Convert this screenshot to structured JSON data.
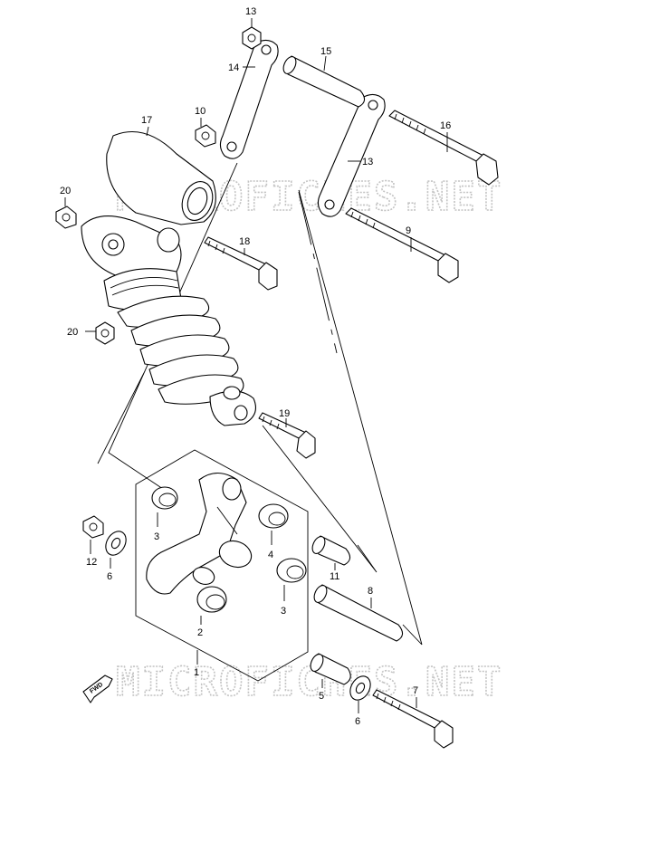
{
  "watermark": {
    "text": "MICROFICHES.NET"
  },
  "arrow": {
    "label": "FWD"
  },
  "callouts": [
    {
      "id": "c1",
      "label": "1"
    },
    {
      "id": "c2",
      "label": "2"
    },
    {
      "id": "c3a",
      "label": "3"
    },
    {
      "id": "c3b",
      "label": "3"
    },
    {
      "id": "c4",
      "label": "4"
    },
    {
      "id": "c5",
      "label": "5"
    },
    {
      "id": "c6a",
      "label": "6"
    },
    {
      "id": "c6b",
      "label": "6"
    },
    {
      "id": "c7",
      "label": "7"
    },
    {
      "id": "c8",
      "label": "8"
    },
    {
      "id": "c9",
      "label": "9"
    },
    {
      "id": "c10",
      "label": "10"
    },
    {
      "id": "c11",
      "label": "11"
    },
    {
      "id": "c12",
      "label": "12"
    },
    {
      "id": "c13a",
      "label": "13"
    },
    {
      "id": "c13b",
      "label": "13"
    },
    {
      "id": "c14",
      "label": "14"
    },
    {
      "id": "c15",
      "label": "15"
    },
    {
      "id": "c16",
      "label": "16"
    },
    {
      "id": "c17",
      "label": "17"
    },
    {
      "id": "c18",
      "label": "18"
    },
    {
      "id": "c19",
      "label": "19"
    },
    {
      "id": "c20a",
      "label": "20"
    },
    {
      "id": "c20b",
      "label": "20"
    }
  ]
}
